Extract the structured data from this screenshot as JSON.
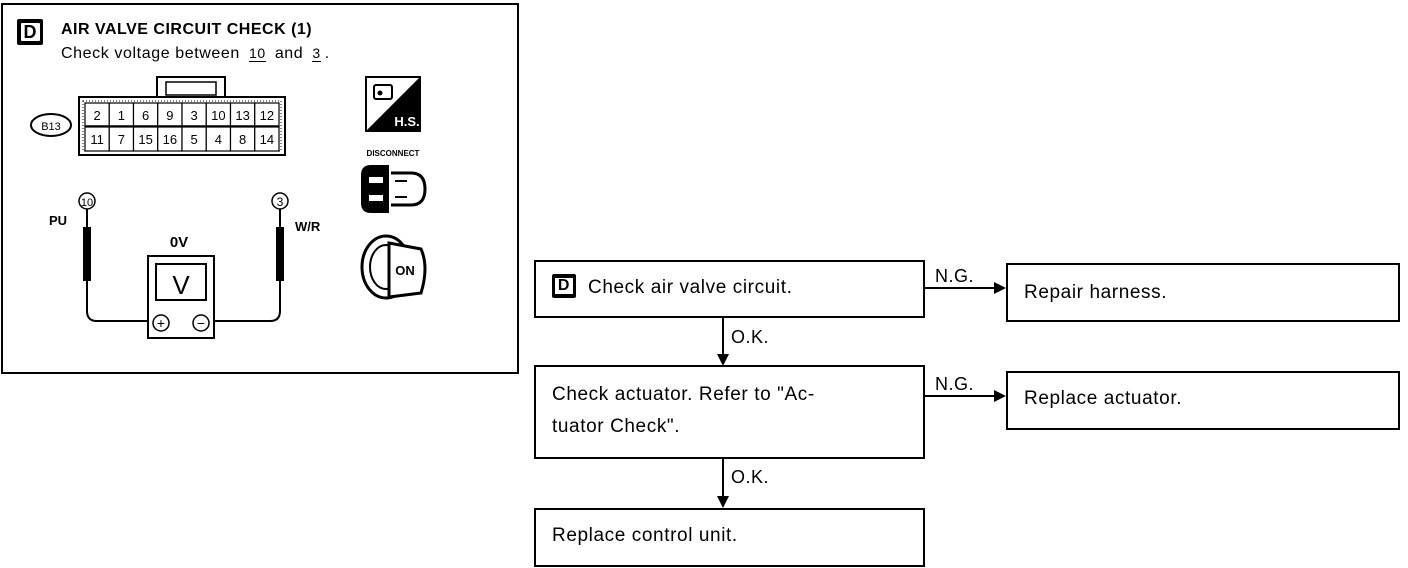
{
  "panel": {
    "badge": "D",
    "title": "AIR VALVE CIRCUIT CHECK (1)",
    "check_prefix": "Check voltage between",
    "pin_a": "10",
    "and_word": "and",
    "pin_b": "3",
    "check_suffix": ".",
    "connector_id": "B13",
    "connector_top_row": [
      "2",
      "1",
      "6",
      "9",
      "3",
      "10",
      "13",
      "12"
    ],
    "connector_bottom_row": [
      "11",
      "7",
      "15",
      "16",
      "5",
      "4",
      "8",
      "14"
    ],
    "probe_left_pin": "10",
    "probe_left_wire": "PU",
    "probe_right_pin": "3",
    "probe_right_wire": "W/R",
    "meter_reading": "0V",
    "meter_symbol": "V",
    "meter_plus": "+",
    "meter_minus": "−",
    "icon_hs_label": "H.S.",
    "icon_disconnect_label": "DISCONNECT",
    "icon_on_label": "ON"
  },
  "flow": {
    "step1_badge": "D",
    "step1": "Check air valve circuit.",
    "step1_ng": "N.G.",
    "step1_ng_action": "Repair harness.",
    "step1_ok": "O.K.",
    "step2_line1": "Check actuator. Refer to \"Ac-",
    "step2_line2": "tuator Check\".",
    "step2_ng": "N.G.",
    "step2_ng_action": "Replace actuator.",
    "step2_ok": "O.K.",
    "step3": "Replace control unit."
  }
}
